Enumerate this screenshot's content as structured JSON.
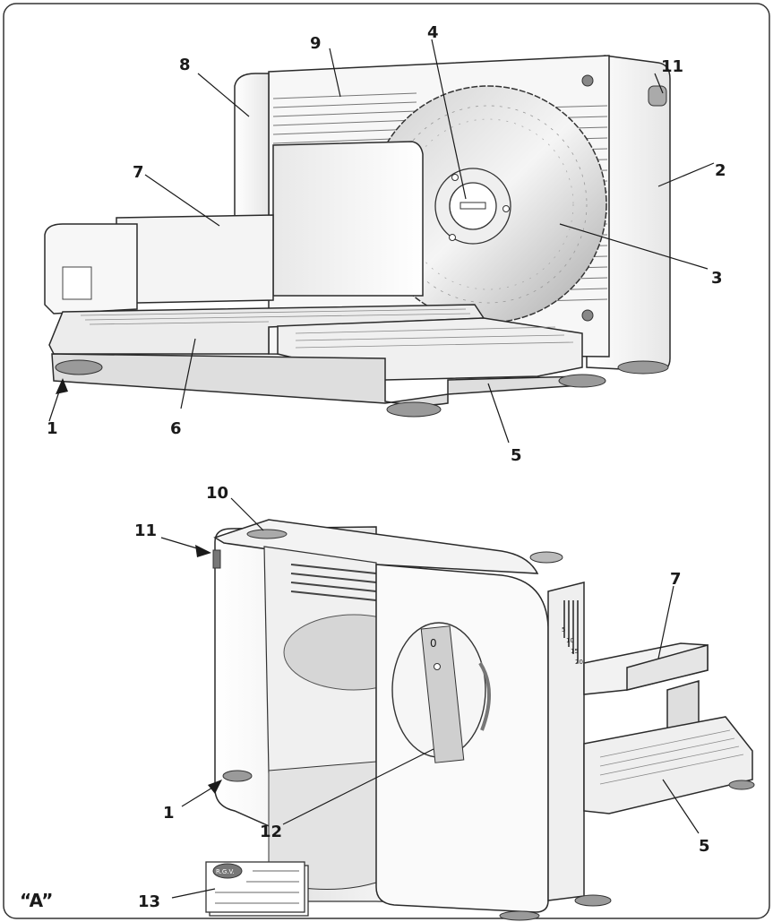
{
  "figure_tag": "“A”",
  "top_view": {
    "callouts": [
      {
        "id": "1",
        "text": "1"
      },
      {
        "id": "2",
        "text": "2"
      },
      {
        "id": "3",
        "text": "3"
      },
      {
        "id": "4",
        "text": "4"
      },
      {
        "id": "5",
        "text": "5"
      },
      {
        "id": "6",
        "text": "6"
      },
      {
        "id": "7",
        "text": "7"
      },
      {
        "id": "8",
        "text": "8"
      },
      {
        "id": "9",
        "text": "9"
      },
      {
        "id": "11",
        "text": "11"
      }
    ]
  },
  "bottom_view": {
    "callouts": [
      {
        "id": "1",
        "text": "1"
      },
      {
        "id": "5",
        "text": "5"
      },
      {
        "id": "7",
        "text": "7"
      },
      {
        "id": "10",
        "text": "10"
      },
      {
        "id": "11",
        "text": "11"
      },
      {
        "id": "12",
        "text": "12"
      },
      {
        "id": "13",
        "text": "13"
      }
    ],
    "dial_zero": "0",
    "scale_marks": [
      "5",
      "10",
      "15",
      "20"
    ],
    "card_logo": "R.G.V."
  },
  "colors": {
    "stroke": "#2a2a2a",
    "body_light": "#f2f2f2",
    "body_mid": "#d9d9d9",
    "blade": "#bdbdbd",
    "foot": "#9a9a9a"
  }
}
